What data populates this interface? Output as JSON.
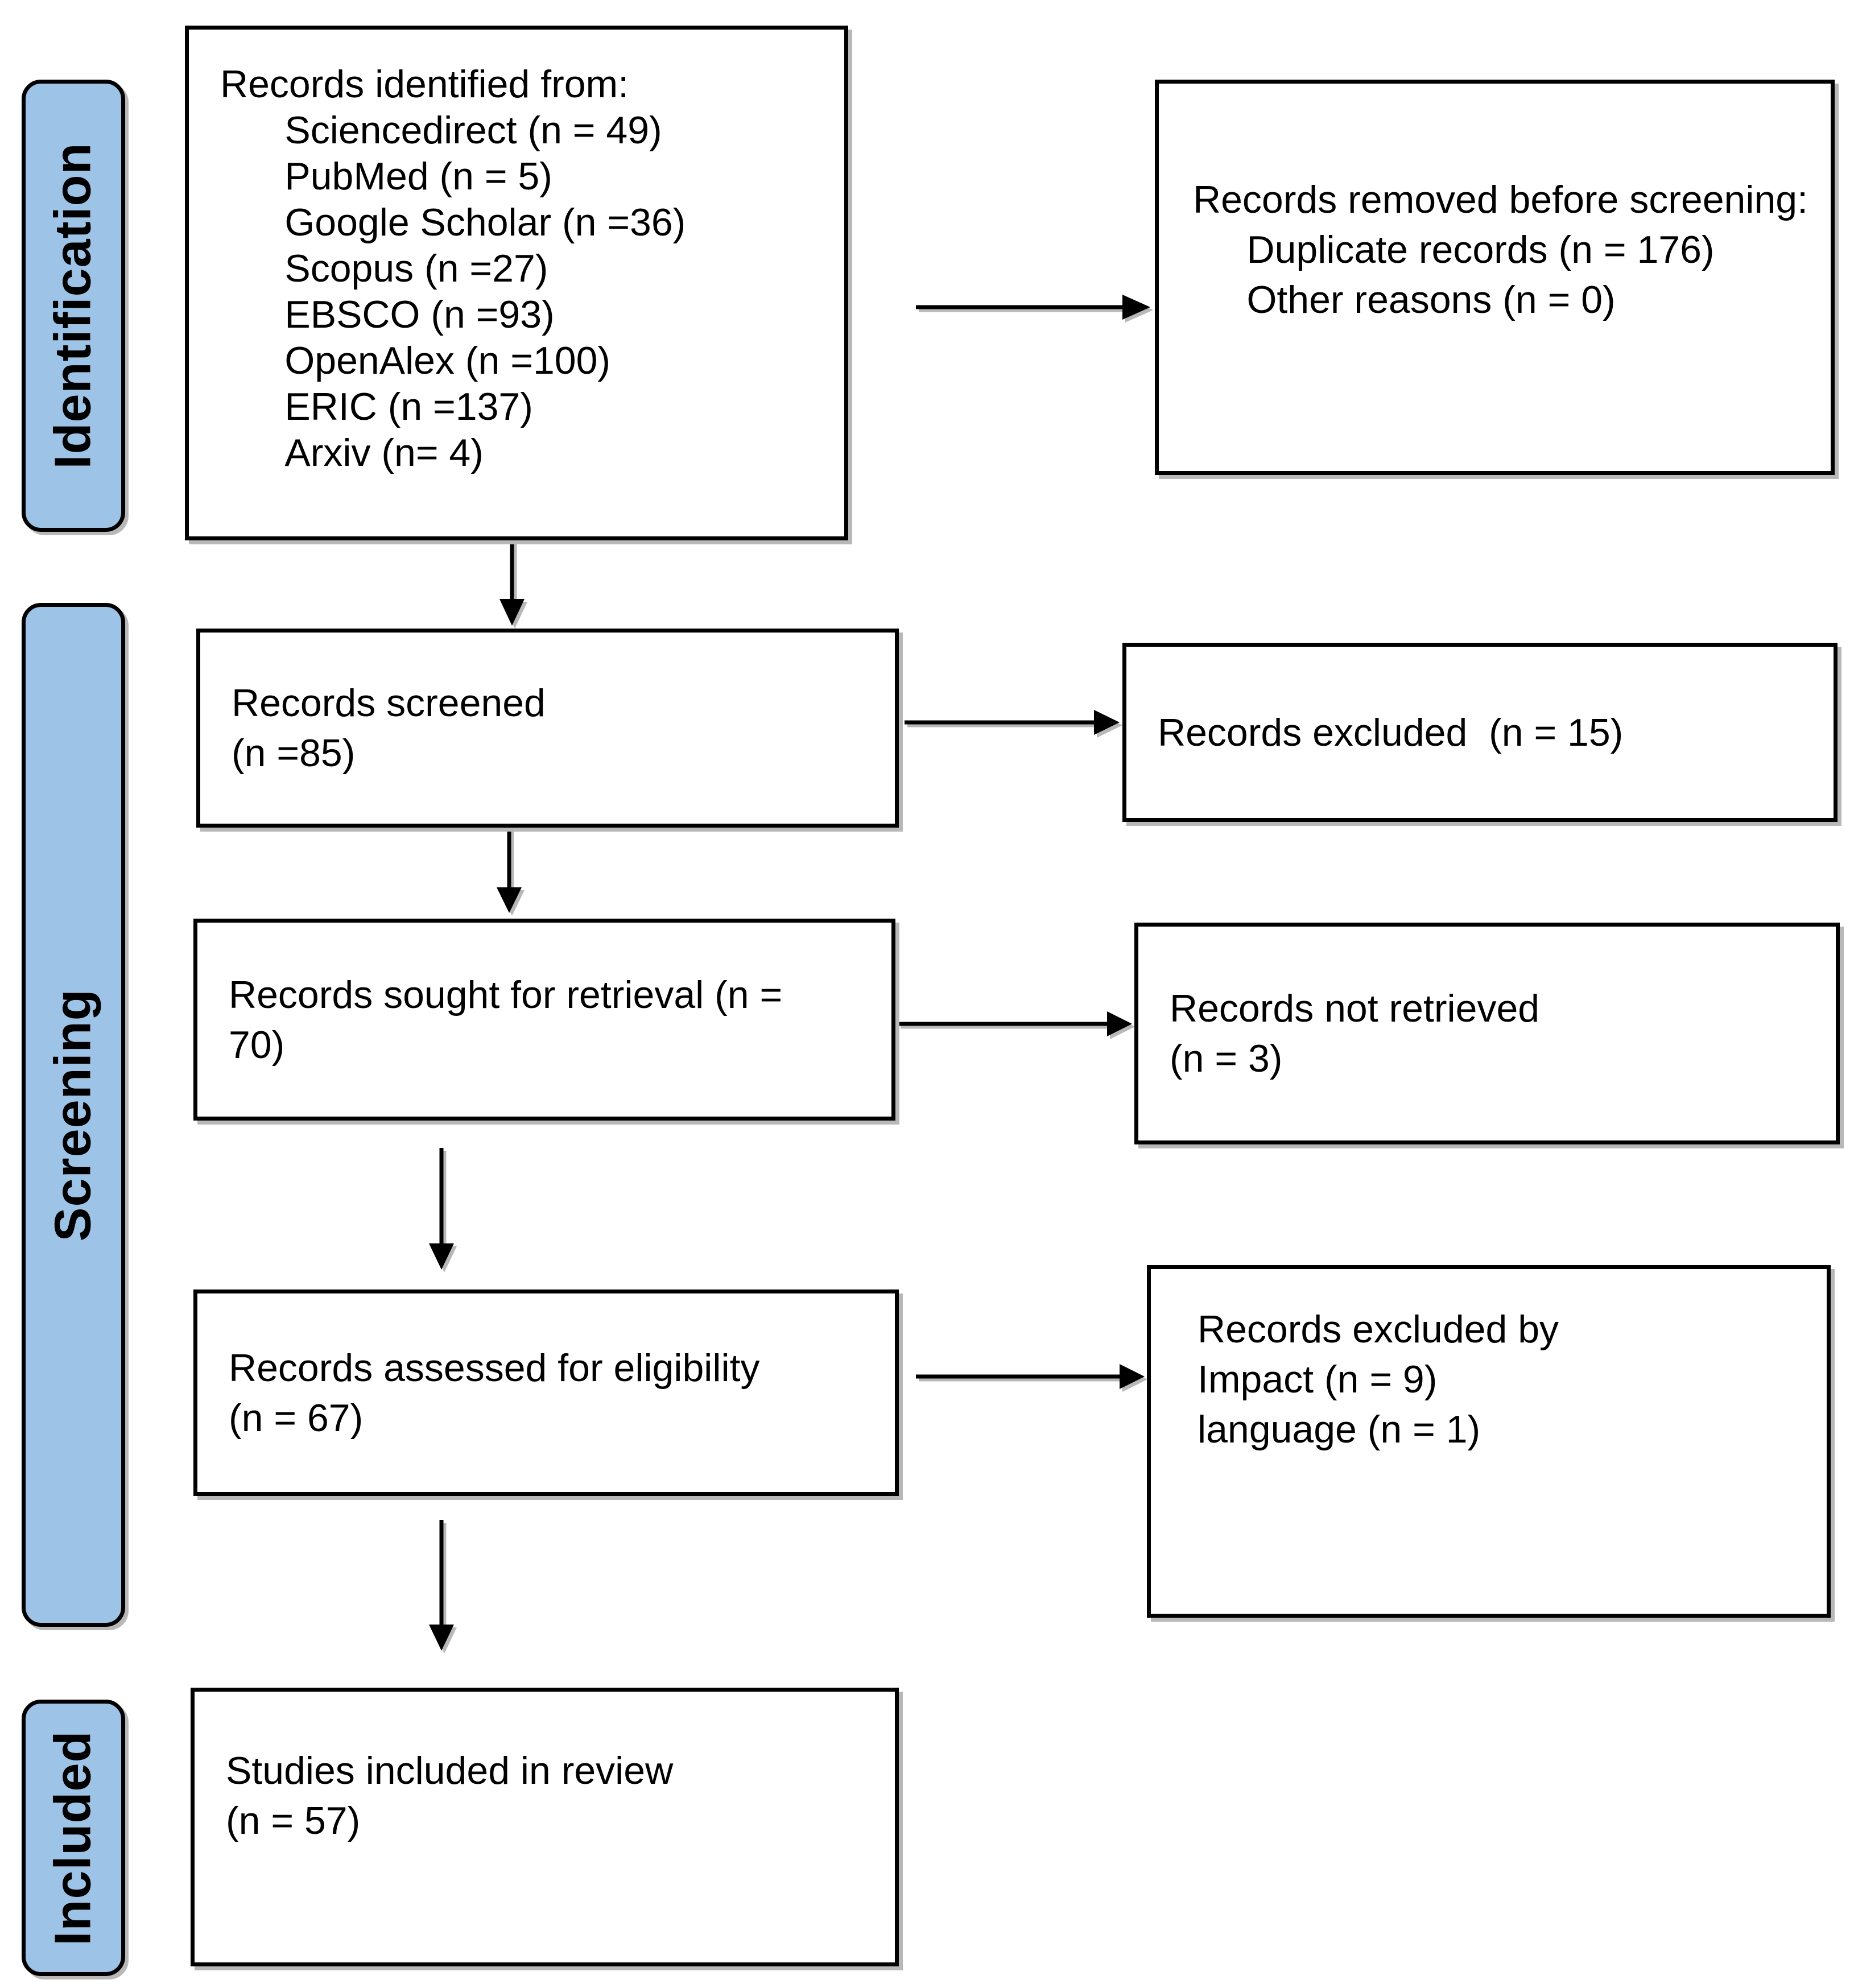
{
  "diagram": {
    "type": "prisma-flow",
    "stages": [
      {
        "label": "Identification"
      },
      {
        "label": "Screening"
      },
      {
        "label": "Included"
      }
    ],
    "boxes": {
      "identified": {
        "text": "Records identified from:\n      Sciencedirect (n = 49)\n      PubMed (n = 5)\n      Google Scholar (n =36)\n      Scopus (n =27)\n      EBSCO (n =93)\n      OpenAlex (n =100)\n      ERIC (n =137)\n      Arxiv (n= 4)"
      },
      "removed": {
        "text": "Records removed before screening:\n     Duplicate records (n = 176)\n     Other reasons (n = 0)"
      },
      "screened": {
        "text": "Records screened\n(n =85)"
      },
      "excluded": {
        "text": "Records excluded  (n = 15)"
      },
      "sought": {
        "text": "Records sought for retrieval (n =\n70)"
      },
      "not_retrieved": {
        "text": "Records not retrieved\n(n = 3)"
      },
      "assessed": {
        "text": "Records assessed for eligibility\n(n = 67)"
      },
      "excluded_by": {
        "text": "Records excluded by\nImpact (n = 9)\nlanguage (n = 1)"
      },
      "included": {
        "text": "Studies included in review\n(n = 57)"
      }
    },
    "colors": {
      "stage_fill": "#9DC3E6",
      "border": "#000000",
      "shadow": "#B8B8B8",
      "box_fill": "#FFFFFF"
    }
  }
}
